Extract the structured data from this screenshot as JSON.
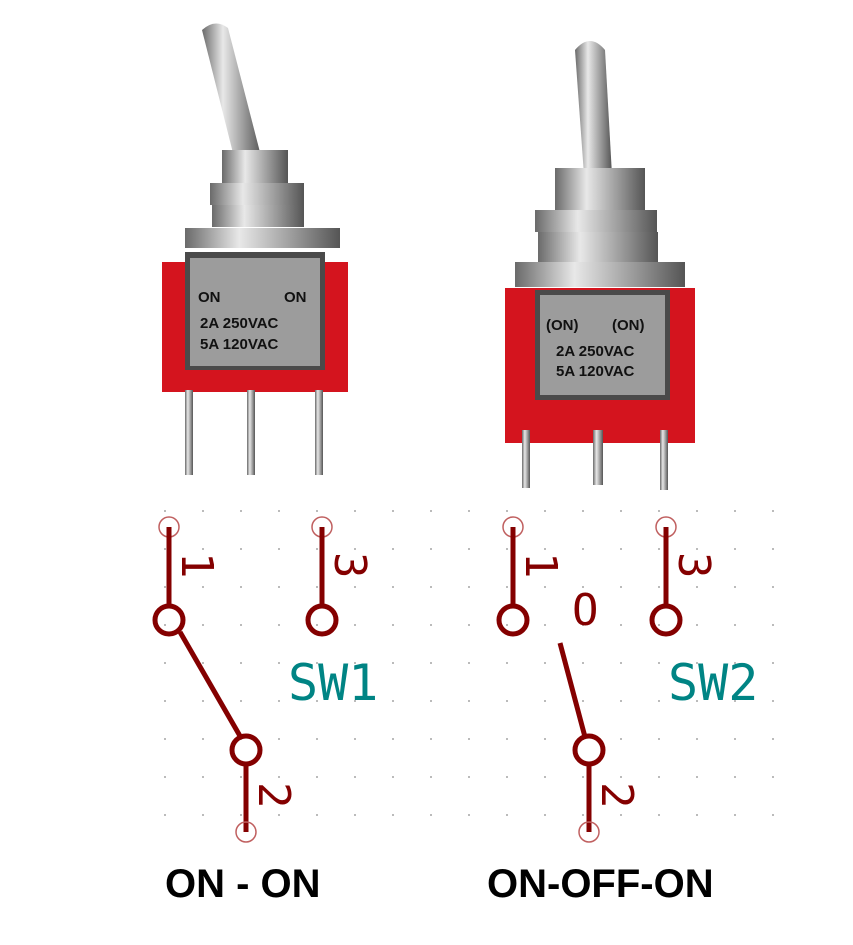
{
  "switches": [
    {
      "ref": "SW1",
      "caption": "ON - ON",
      "pins": {
        "p1": "1",
        "p2": "2",
        "p3": "3"
      },
      "body_marking": {
        "left": "ON",
        "right": "ON",
        "line1": "2A 250VAC",
        "line2": "5A 120VAC"
      }
    },
    {
      "ref": "SW2",
      "caption": "ON-OFF-ON",
      "pins": {
        "p1": "1",
        "p2": "2",
        "p3": "3",
        "center": "O"
      },
      "body_marking": {
        "left": "(ON)",
        "right": "(ON)",
        "line1": "2A 250VAC",
        "line2": "5A 120VAC"
      }
    }
  ],
  "colors": {
    "wire": "#840000",
    "ref": "#008484",
    "pin_end": "#c06060",
    "body": "#d4141e",
    "metal": "#b8b8b8"
  }
}
